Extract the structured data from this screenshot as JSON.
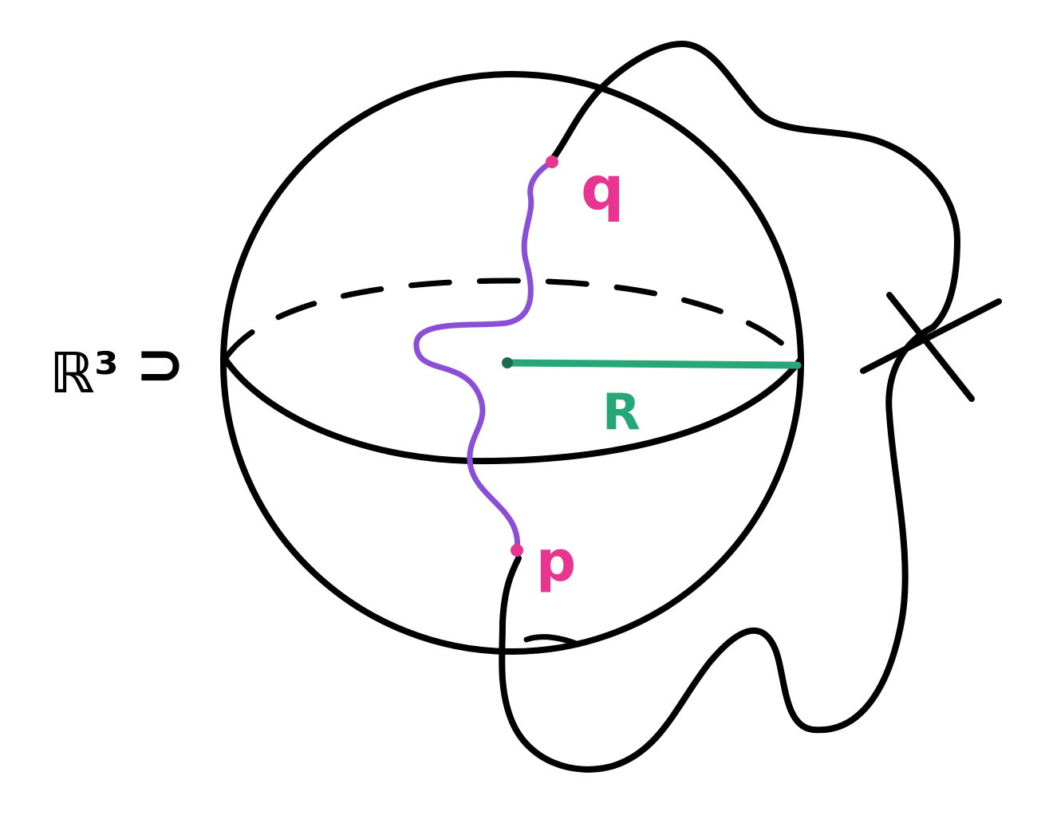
{
  "labels": {
    "space": "ℝ³",
    "space_subset_symbol": "⊃",
    "point_top": "q",
    "point_bottom": "p",
    "radius": "R"
  },
  "colors": {
    "ink": "#000000",
    "path_inside": "#8a4fd6",
    "points": "#e8358f",
    "radius": "#27a777"
  }
}
